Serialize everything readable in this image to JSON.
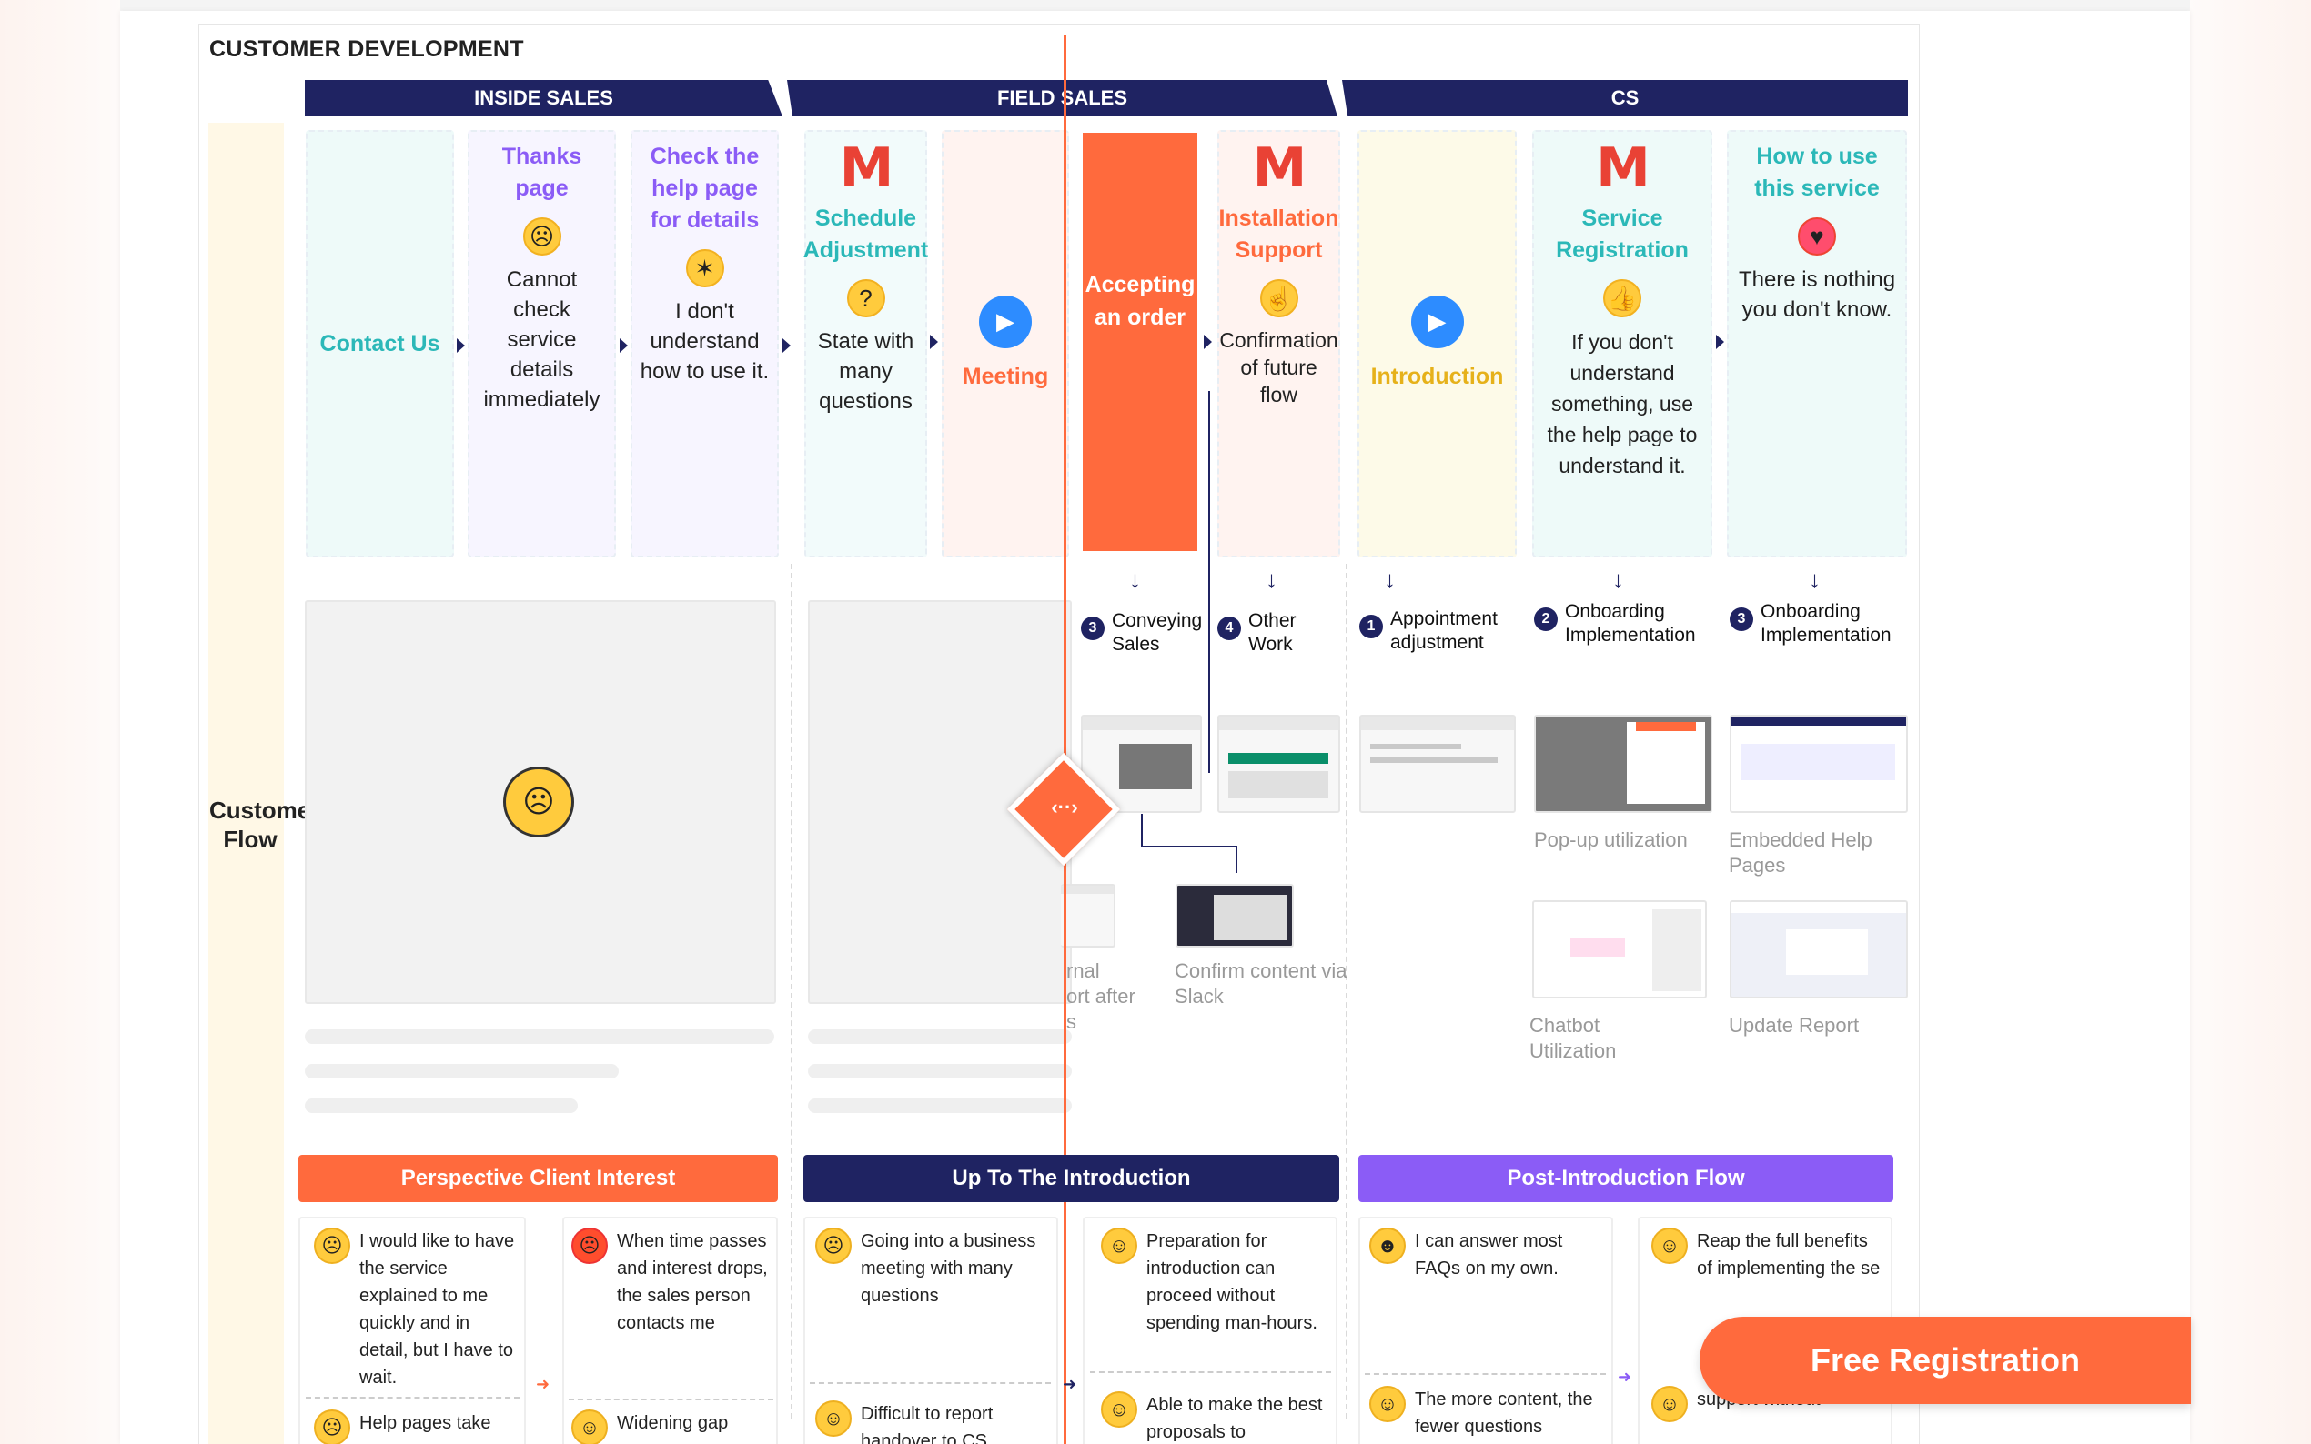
{
  "title": "CUSTOMER DEVELOPMENT",
  "sections": [
    "INSIDE SALES",
    "FIELD SALES",
    "CS"
  ],
  "row_label": "Customer Flow",
  "colors": {
    "navy": "#1f2362",
    "orange": "#ff6a3d",
    "purple": "#8b5cf6",
    "teal": "#2bb8b8",
    "gold": "#e6b11a"
  },
  "stages": {
    "contact": {
      "heading": "Contact Us"
    },
    "thanks": {
      "heading": "Thanks page",
      "text": "Cannot check service details immediately"
    },
    "help": {
      "heading": "Check the help page for details",
      "text": "I don't understand how to use it."
    },
    "schedule": {
      "heading": "Schedule Adjustment",
      "text": "State with many questions"
    },
    "meeting": {
      "heading": "Meeting"
    },
    "accept": {
      "heading": "Accepting an order"
    },
    "install": {
      "heading": "Installation Support",
      "text": "Confirmation of future flow"
    },
    "intro": {
      "heading": "Introduction"
    },
    "servreg": {
      "heading": "Service Registration",
      "text": "If you don't understand something, use the help page to understand it."
    },
    "howto": {
      "heading": "How to use this service",
      "text": "There is nothing you don't know."
    }
  },
  "steps": [
    {
      "num": "3",
      "label": "Conveying Sales"
    },
    {
      "num": "4",
      "label": "Other Work"
    },
    {
      "num": "1",
      "label": "Appointment adjustment"
    },
    {
      "num": "2",
      "label": "Onboarding Implementation"
    },
    {
      "num": "3",
      "label": "Onboarding Implementation"
    }
  ],
  "captions": {
    "internal": "rnal\nort after\ns",
    "slack": "Confirm content via Slack",
    "popup": "Pop-up utilization",
    "embedded": "Embedded Help Pages",
    "chatbot": "Chatbot Utilization",
    "update": "Update Report"
  },
  "bands": [
    "Perspective Client Interest",
    "Up To The Introduction",
    "Post-Introduction Flow"
  ],
  "cards": {
    "c1a": "I would like to have the service explained to me quickly and in detail, but I have to wait.",
    "c1b": "Help pages take",
    "c2a": "When time passes and interest drops, the sales person contacts me",
    "c2b": "Widening gap",
    "c3a": "Going into a business meeting with many questions",
    "c3b": "Difficult to report handover to CS",
    "c4a": "Preparation for introduction can proceed without spending man-hours.",
    "c4b": "Able to make the best proposals to",
    "c5a": "I can answer most FAQs on my own.",
    "c5b": "The more content, the fewer questions",
    "c6a": "Reap the full benefits of implementing the se",
    "c6b": "support without"
  },
  "cta": "Free Registration"
}
